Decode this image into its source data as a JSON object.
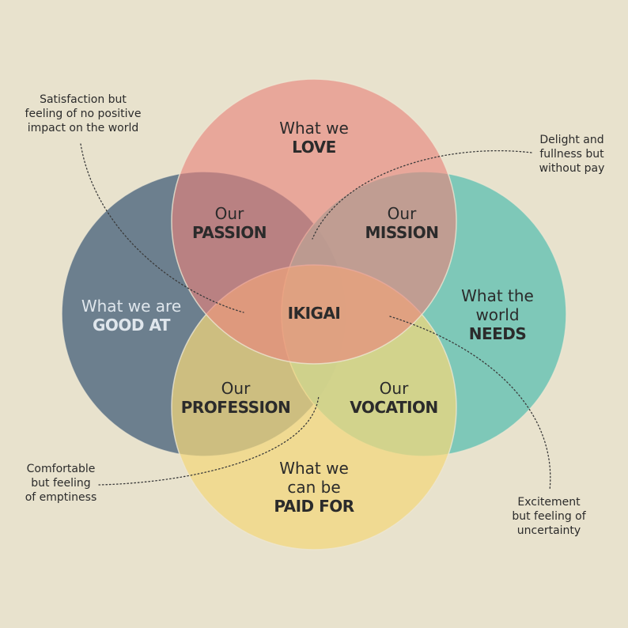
{
  "colors": {
    "background": "#e8e2cd",
    "love": "#e8837a",
    "good_at": "#677c8b",
    "needs": "#74c5b6",
    "paid_for": "#f2d77b"
  },
  "circles": {
    "love": {
      "line1": "What we",
      "line2": "LOVE"
    },
    "good_at": {
      "line1": "What we are",
      "line2": "GOOD AT"
    },
    "needs": {
      "line1": "What the",
      "line1b": "world",
      "line2": "NEEDS"
    },
    "paid_for": {
      "line1": "What we",
      "line1b": "can be",
      "line2": "PAID FOR"
    }
  },
  "intersections": {
    "passion": {
      "line1": "Our",
      "line2": "PASSION"
    },
    "mission": {
      "line1": "Our",
      "line2": "MISSION"
    },
    "profession": {
      "line1": "Our",
      "line2": "PROFESSION"
    },
    "vocation": {
      "line1": "Our",
      "line2": "VOCATION"
    },
    "center": "IKIGAI"
  },
  "notes": {
    "passion": [
      "Satisfaction but",
      "feeling of no positive",
      "impact on the world"
    ],
    "mission": [
      "Delight and",
      "fullness but",
      "without pay"
    ],
    "profession": [
      "Comfortable",
      "but feeling",
      "of emptiness"
    ],
    "vocation": [
      "Excitement",
      "but feeling of",
      "uncertainty"
    ]
  }
}
